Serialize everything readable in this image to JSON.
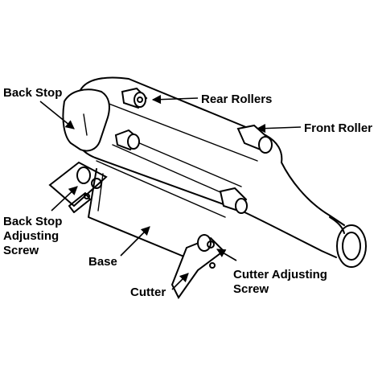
{
  "labels": {
    "back_stop": "Back Stop",
    "rear_rollers": "Rear Rollers",
    "front_roller": "Front Roller",
    "back_stop_adjusting_screw": [
      "Back Stop",
      "Adjusting",
      "Screw"
    ],
    "base": "Base",
    "cutter": "Cutter",
    "cutter_adjusting_screw": [
      "Cutter Adjusting",
      "Screw"
    ]
  },
  "colors": {
    "line": "#000000",
    "background": "#ffffff"
  }
}
